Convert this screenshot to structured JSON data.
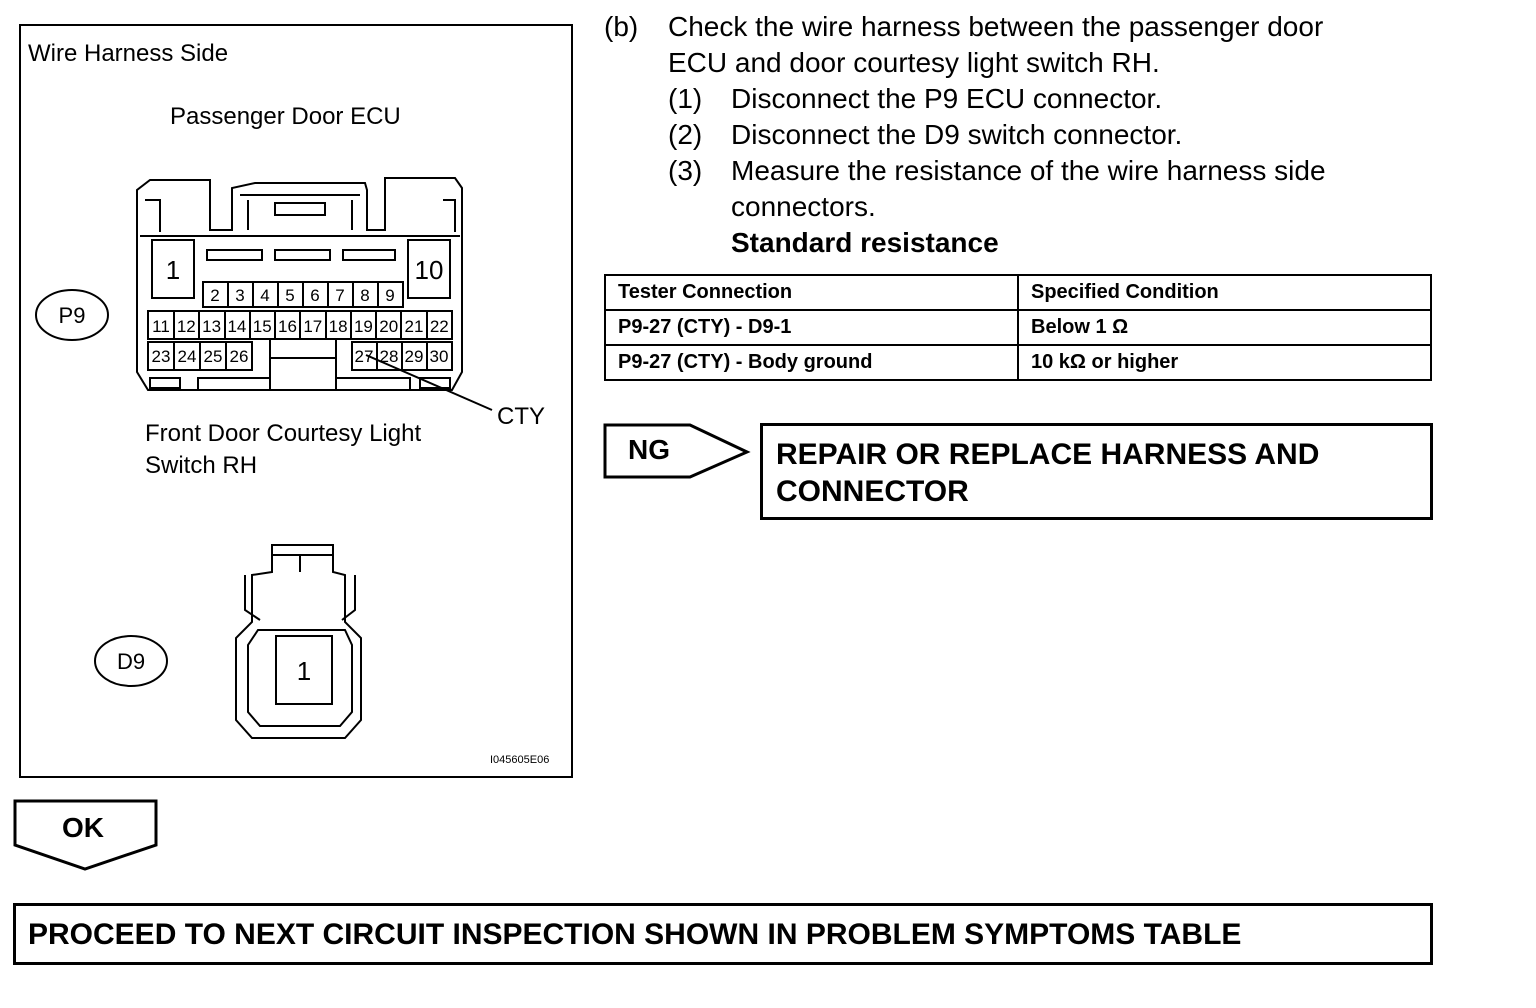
{
  "figure": {
    "title": "Wire Harness Side",
    "ecu_label": "Passenger Door ECU",
    "p9_badge": "P9",
    "d9_badge": "D9",
    "switch_label_line1": "Front Door Courtesy Light",
    "switch_label_line2": "Switch RH",
    "cty_label": "CTY",
    "figure_id": "I045605E06",
    "p9_pins": {
      "big_left": "1",
      "big_right": "10",
      "row1": [
        "2",
        "3",
        "4",
        "5",
        "6",
        "7",
        "8",
        "9"
      ],
      "row2": [
        "11",
        "12",
        "13",
        "14",
        "15",
        "16",
        "17",
        "18",
        "19",
        "20",
        "21",
        "22"
      ],
      "row3_left": [
        "23",
        "24",
        "25",
        "26"
      ],
      "row3_right": [
        "27",
        "28",
        "29",
        "30"
      ]
    },
    "d9_pin": "1"
  },
  "instructions": {
    "step_b_label": "(b)",
    "step_b_line1": "Check the wire harness between the passenger door",
    "step_b_line2": "ECU and door courtesy light switch RH.",
    "sub1_label": "(1)",
    "sub1_text": "Disconnect the P9 ECU connector.",
    "sub2_label": "(2)",
    "sub2_text": "Disconnect the D9 switch connector.",
    "sub3_label": "(3)",
    "sub3_line1": "Measure the resistance of the wire harness side",
    "sub3_line2": "connectors.",
    "standard_heading": "Standard resistance"
  },
  "table": {
    "headers": [
      "Tester Connection",
      "Specified Condition"
    ],
    "rows": [
      [
        "P9-27 (CTY) - D9-1",
        "Below 1 Ω"
      ],
      [
        "P9-27 (CTY) - Body ground",
        "10 kΩ or higher"
      ]
    ]
  },
  "ng": {
    "label": "NG",
    "action_line1": "REPAIR OR REPLACE HARNESS AND",
    "action_line2": "CONNECTOR"
  },
  "ok": {
    "label": "OK",
    "action": "PROCEED TO NEXT CIRCUIT INSPECTION SHOWN IN PROBLEM SYMPTOMS TABLE"
  }
}
